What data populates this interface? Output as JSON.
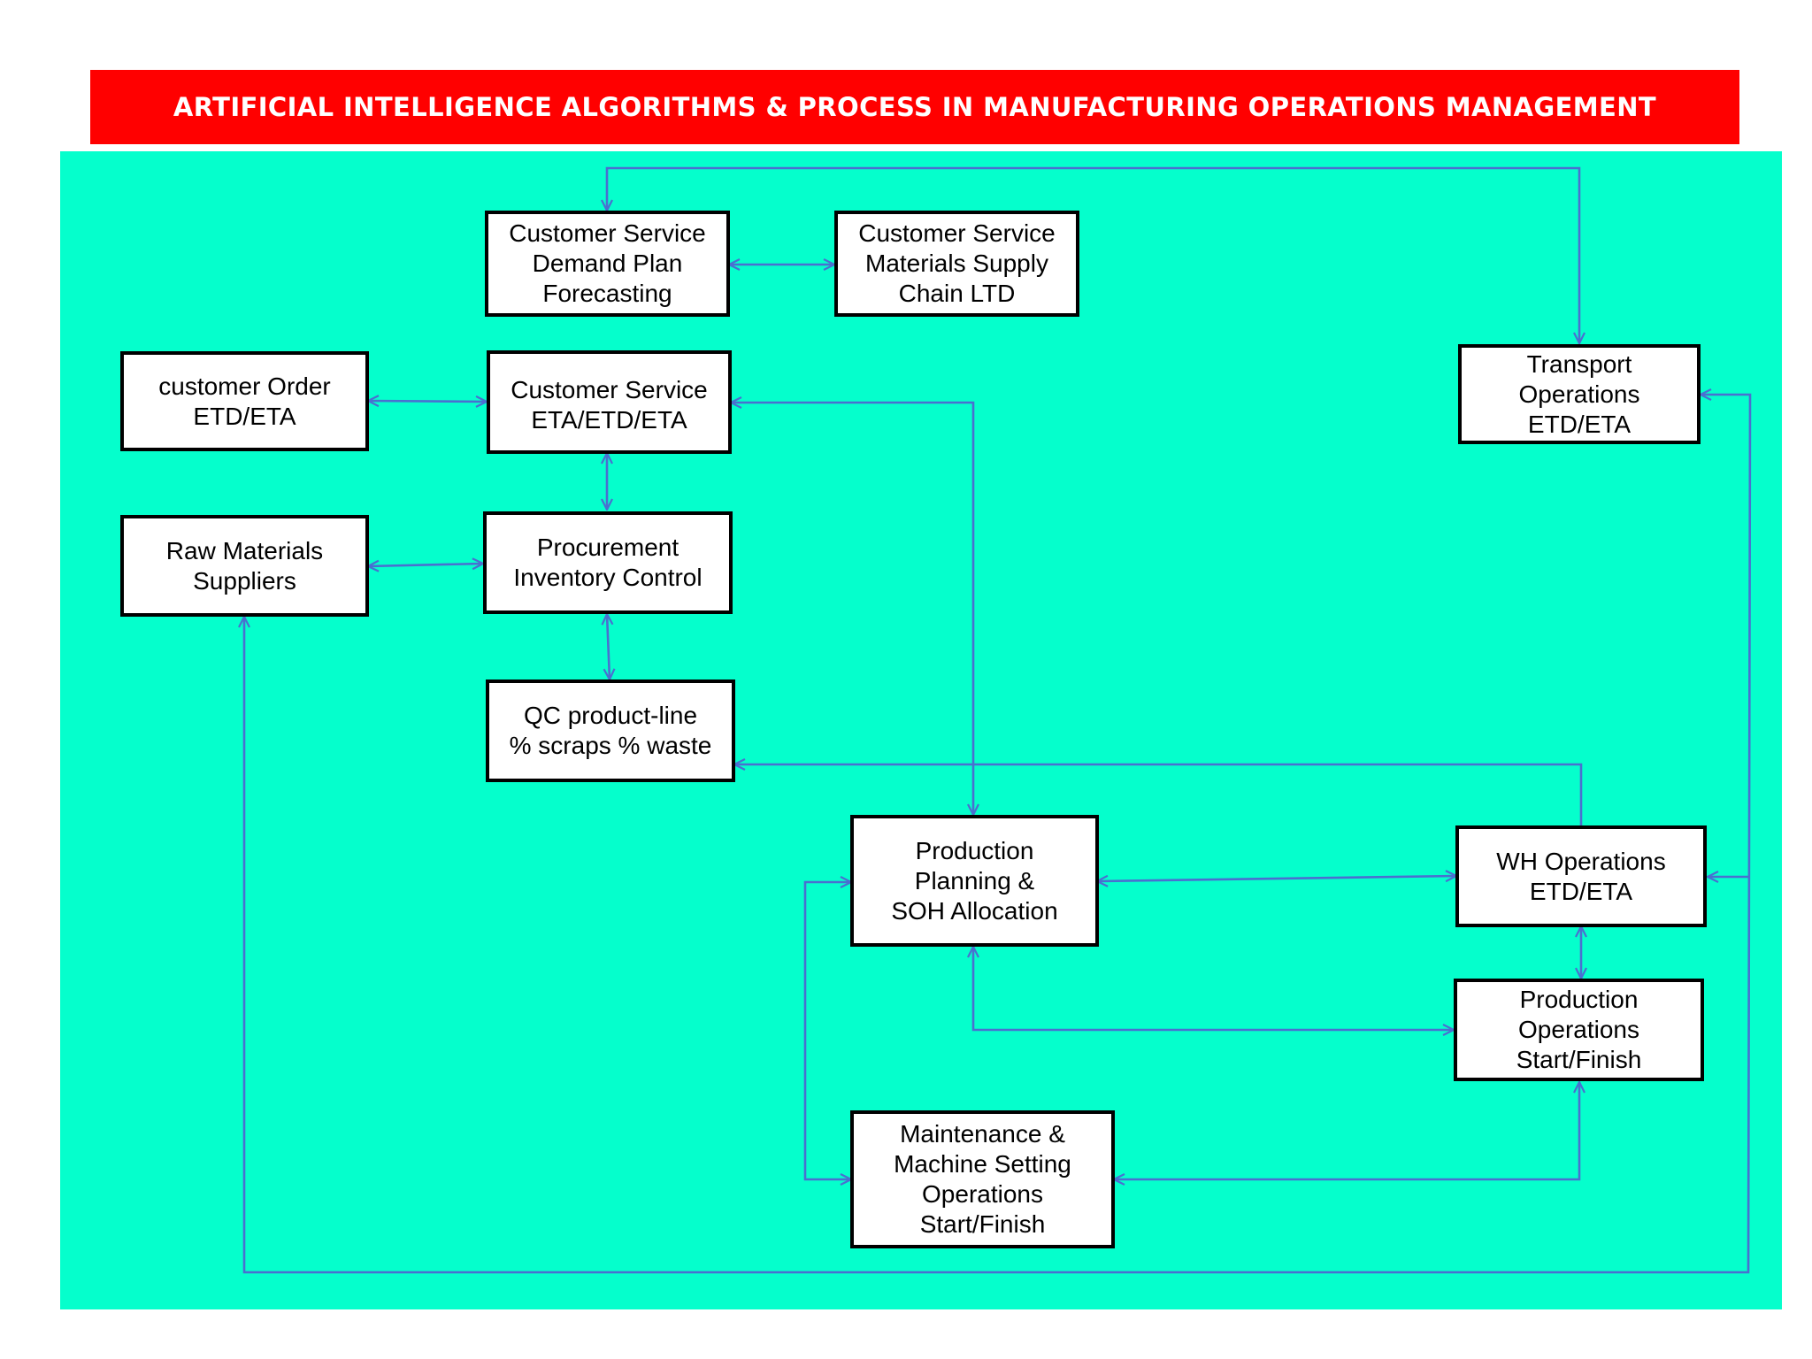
{
  "title": "ARTIFICIAL INTELLIGENCE ALGORITHMS & PROCESS IN MANUFACTURING OPERATIONS MANAGEMENT",
  "colors": {
    "title_bg": "#ff0000",
    "title_text": "#ffffff",
    "canvas_bg": "#05ffcc",
    "node_bg": "#ffffff",
    "node_border": "#000000",
    "connector": "#4a6fd0"
  },
  "nodes": {
    "cs_demand": {
      "lines": [
        "Customer Service",
        "Demand Plan",
        "Forecasting"
      ]
    },
    "cs_materials": {
      "lines": [
        "Customer Service",
        "Materials Supply",
        "Chain LTD"
      ]
    },
    "customer_order": {
      "lines": [
        "customer Order",
        "ETD/ETA"
      ]
    },
    "cs_eta": {
      "lines": [
        "Customer Service",
        "ETA/ETD/ETA"
      ]
    },
    "transport": {
      "lines": [
        "Transport",
        "Operations",
        "ETD/ETA"
      ]
    },
    "raw_materials": {
      "lines": [
        "Raw Materials",
        "Suppliers"
      ]
    },
    "procurement": {
      "lines": [
        "Procurement",
        "Inventory Control"
      ]
    },
    "qc": {
      "lines": [
        "QC product-line",
        "% scraps % waste"
      ]
    },
    "production_planning": {
      "lines": [
        "Production",
        "Planning &",
        "SOH Allocation"
      ]
    },
    "wh_operations": {
      "lines": [
        "WH Operations",
        "ETD/ETA"
      ]
    },
    "production_operations": {
      "lines": [
        "Production",
        "Operations",
        "Start/Finish"
      ]
    },
    "maintenance": {
      "lines": [
        "Maintenance &",
        "Machine Setting",
        "Operations",
        "Start/Finish"
      ]
    }
  }
}
